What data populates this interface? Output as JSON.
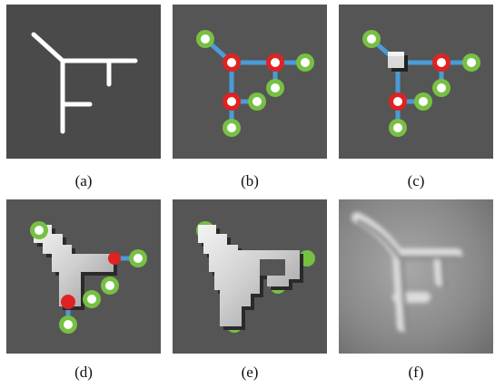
{
  "colors": {
    "panel_bg": "#555555",
    "panel_a_bg": "#4a4a4a",
    "sketch_stroke": "#ffffff",
    "edge": "#4a9bd6",
    "node_green": "#77c043",
    "node_red": "#e02222",
    "node_center": "#ffffff",
    "terrain": "#d8d8d8"
  },
  "panels": [
    {
      "id": "a",
      "caption": "(a)"
    },
    {
      "id": "b",
      "caption": "(b)"
    },
    {
      "id": "c",
      "caption": "(c)"
    },
    {
      "id": "d",
      "caption": "(d)"
    },
    {
      "id": "e",
      "caption": "(e)"
    },
    {
      "id": "f",
      "caption": "(f)"
    }
  ]
}
